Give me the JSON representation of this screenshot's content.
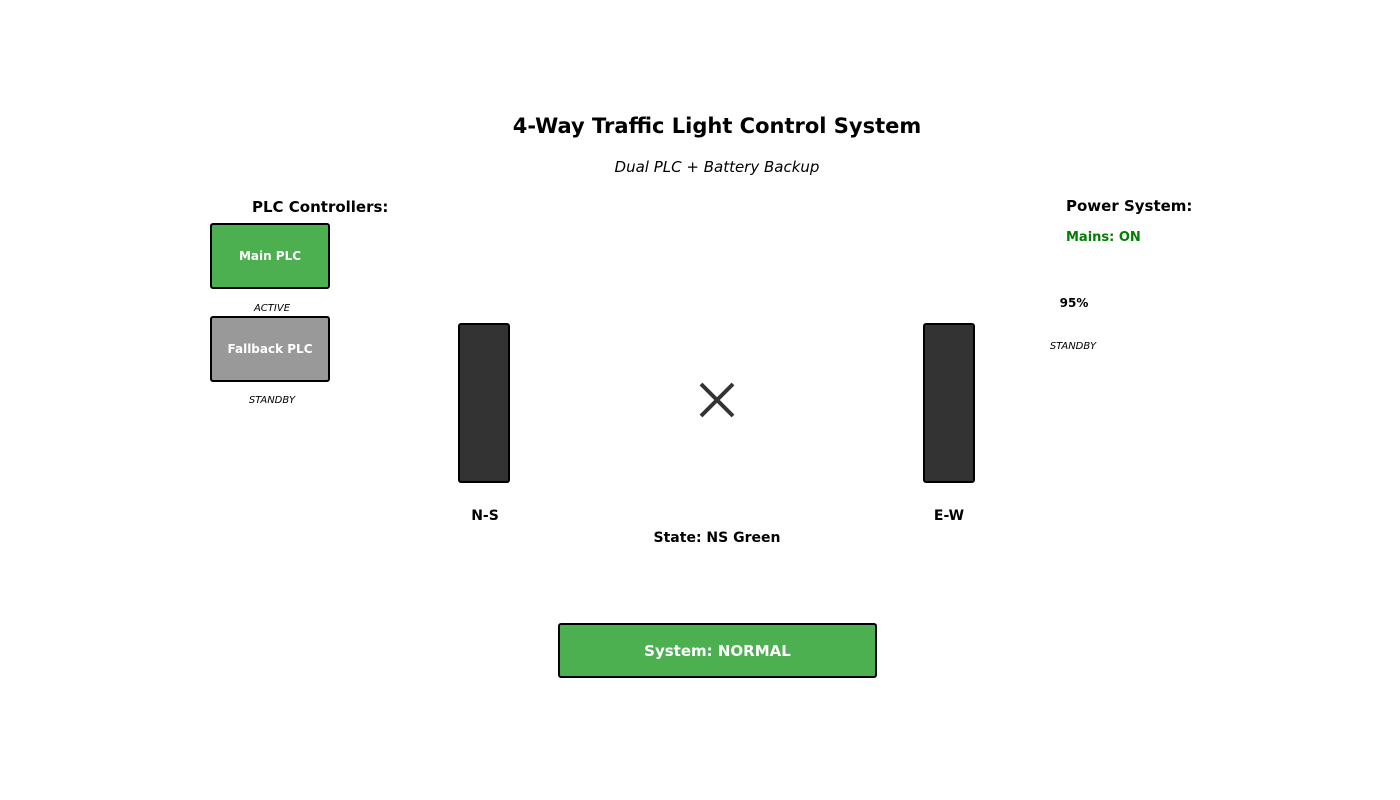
{
  "header": {
    "title": "4-Way Traffic Light Control System",
    "subtitle": "Dual PLC + Battery Backup"
  },
  "plc": {
    "heading": "PLC Controllers:",
    "main": {
      "label": "Main PLC",
      "status": "ACTIVE",
      "color": "#4caf50"
    },
    "fallback": {
      "label": "Fallback PLC",
      "status": "STANDBY",
      "color": "#999999"
    }
  },
  "signals": {
    "north_south": {
      "label": "N-S",
      "housing_color": "#333333"
    },
    "east_west": {
      "label": "E-W",
      "housing_color": "#333333"
    },
    "intersection_icon": "cross-icon"
  },
  "state": {
    "label": "State: NS Green"
  },
  "power": {
    "heading": "Power System:",
    "mains": "Mains: ON",
    "mains_color": "#008000",
    "battery_level": "95%",
    "battery_status": "STANDBY"
  },
  "system": {
    "status": "System: NORMAL",
    "color": "#4caf50"
  }
}
